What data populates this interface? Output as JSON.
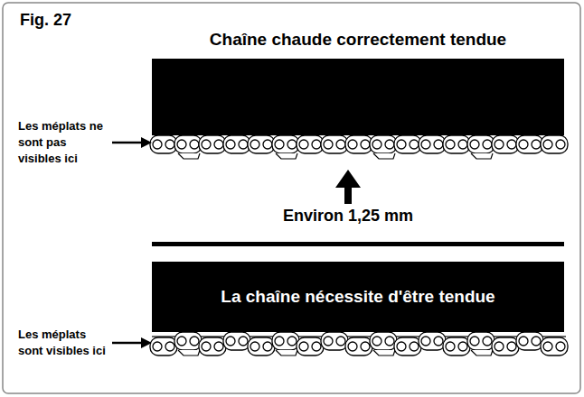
{
  "diagram": {
    "nodes": [
      {
        "text": [
          "Chaîne chaude correctement tendue"
        ]
      },
      {
        "text": [
          "La chaîne nécessite d'être tendue"
        ]
      }
    ],
    "labels": [
      "Fig. 27",
      "Les méplats ne sont pas visibles ici",
      "Environ 1,25 mm",
      "Les méplats sont visibles ici"
    ]
  }
}
